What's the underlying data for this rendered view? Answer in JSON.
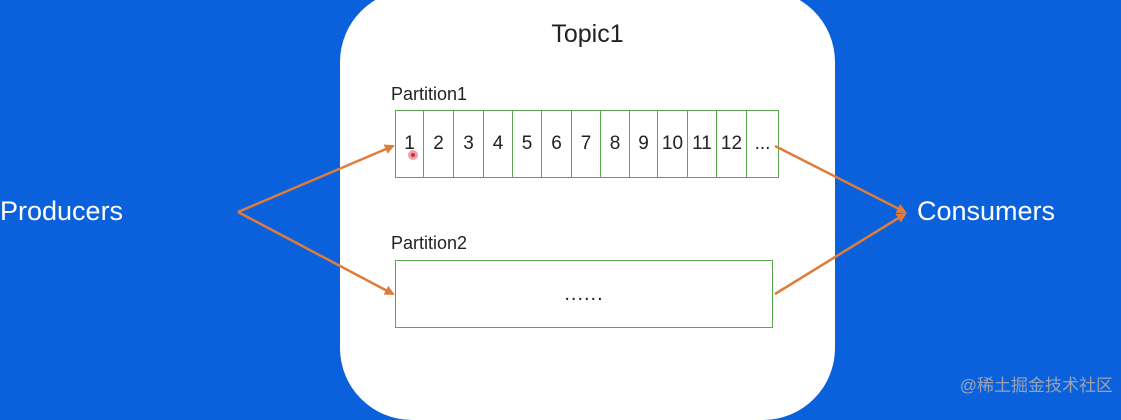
{
  "diagram": {
    "topic_title": "Topic1",
    "producers_label": "Producers",
    "consumers_label": "Consumers",
    "partitions": [
      {
        "label": "Partition1",
        "cells": [
          "1",
          "2",
          "3",
          "4",
          "5",
          "6",
          "7",
          "8",
          "9",
          "10",
          "11",
          "12",
          "..."
        ]
      },
      {
        "label": "Partition2",
        "content": "......"
      }
    ],
    "watermark": "@稀土掘金技术社区"
  },
  "colors": {
    "background": "#0b61dc",
    "topic_box": "#ffffff",
    "partition_border": "#5aa94f",
    "arrow": "#e07b3a",
    "label_on_blue": "#ffffff"
  }
}
